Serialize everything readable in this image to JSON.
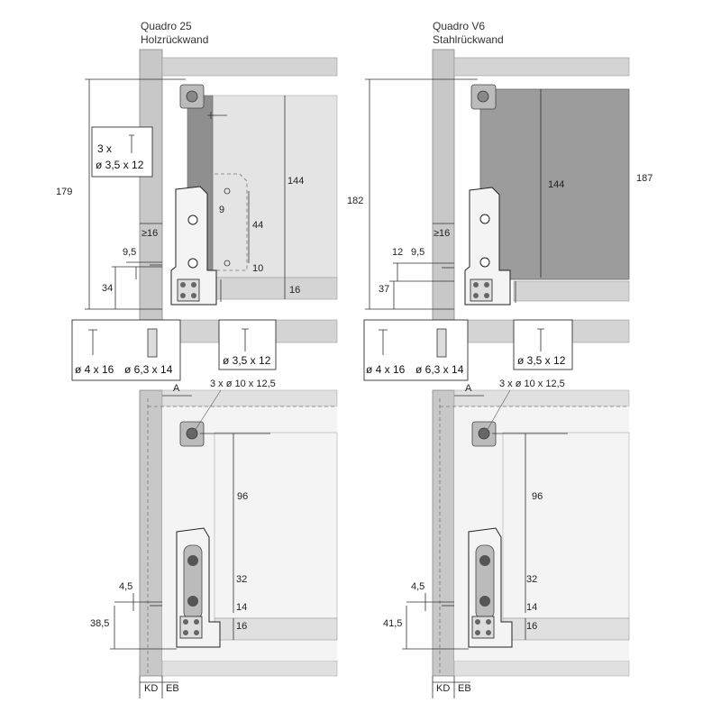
{
  "title_left_1": "Quadro 25",
  "title_left_2": "Holzrückwand",
  "title_right_1": "Quadro V6",
  "title_right_2": "Stahlrückwand",
  "left_top": {
    "d179": "179",
    "d144": "144",
    "d9": "9",
    "d44": "44",
    "d10": "10",
    "d16": "16",
    "d34": "34",
    "d95": "9,5",
    "dge16": "≥16"
  },
  "right_top": {
    "d182": "182",
    "d144": "144",
    "d187": "187",
    "d12": "12",
    "d95": "9,5",
    "d37": "37",
    "dge16": "≥16"
  },
  "screw_boxes": {
    "small_a": "3 x",
    "small_b": "ø 3,5 x 12",
    "big_a": "ø 4 x 16",
    "big_b": "ø 6,3 x 14",
    "single": "ø 3,5 x 12"
  },
  "bottom": {
    "A": "A",
    "holes": "3 x ø 10 x 12,5",
    "d96": "96",
    "d32": "32",
    "d14": "14",
    "d16": "16",
    "d45": "4,5",
    "d385": "38,5",
    "d415": "41,5",
    "kd": "KD",
    "eb": "EB"
  }
}
